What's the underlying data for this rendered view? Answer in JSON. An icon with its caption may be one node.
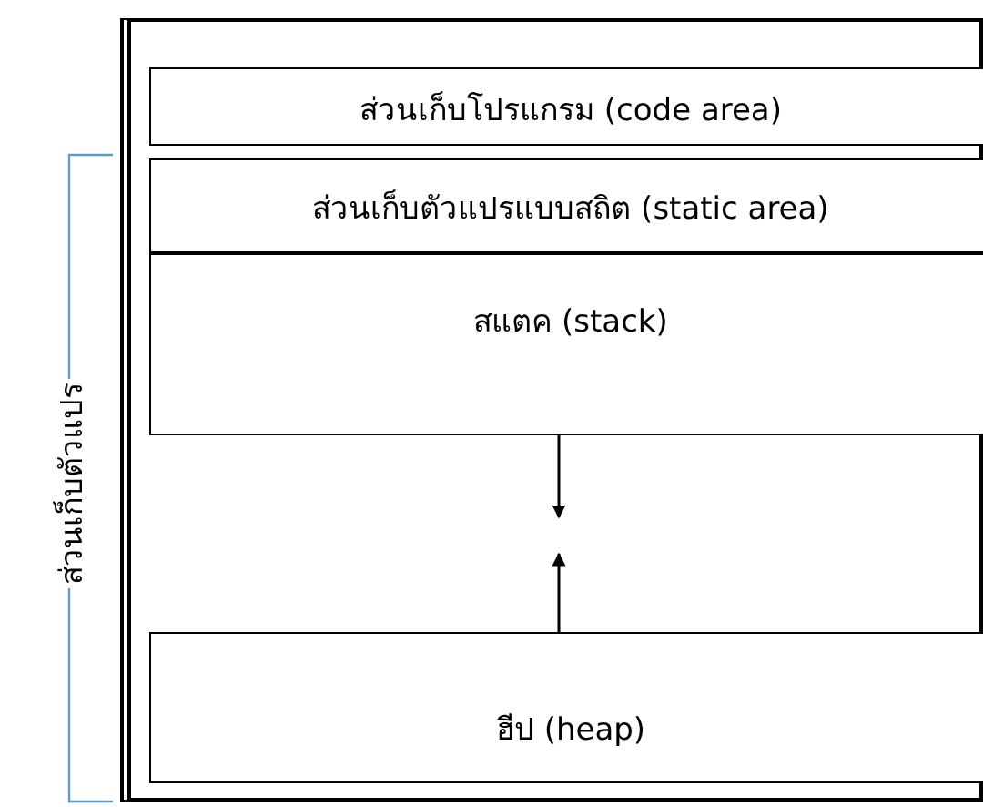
{
  "diagram": {
    "nodes": [
      {
        "text": [],
        "shape": "box"
      },
      {
        "text": [
          "ส่วนเก็บโปรแกรม (code area)"
        ],
        "in": 0
      },
      {
        "text": [
          "ส่วนเก็บตัวแปรแบบสถิต (static area)"
        ],
        "in": 0
      },
      {
        "text": [
          "สแตค (stack)"
        ],
        "in": 0
      },
      {
        "text": [
          "ฮีป (heap)"
        ],
        "in": 0
      }
    ],
    "edges": [
      {
        "from": 3,
        "to": null,
        "arrow": "to"
      },
      {
        "from": 4,
        "to": null,
        "arrow": "to"
      }
    ],
    "labels": [
      "ส่วนเก็บตัวแปร"
    ]
  }
}
